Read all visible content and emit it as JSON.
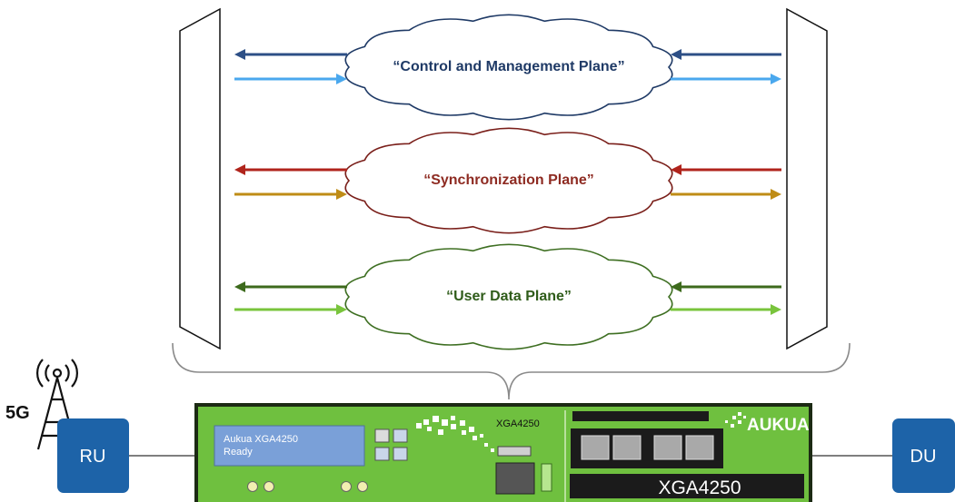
{
  "planes": [
    {
      "id": "control",
      "label": "“Control and Management Plane”",
      "text_color": "#1f3a66",
      "outline_color": "#1f3a66",
      "arrow_left_color": "#2d4f86",
      "arrow_right_color": "#4aa8ee"
    },
    {
      "id": "sync",
      "label": "“Synchronization Plane”",
      "text_color": "#8e2b22",
      "outline_color": "#7a1f1a",
      "arrow_left_color": "#b0241c",
      "arrow_right_color": "#bf8c16"
    },
    {
      "id": "user",
      "label": "“User Data Plane”",
      "text_color": "#2f5c1a",
      "outline_color": "#3e6f22",
      "arrow_left_color": "#3d6a1c",
      "arrow_right_color": "#79c43c"
    }
  ],
  "nodes": {
    "ru": {
      "label": "RU",
      "color": "#1d63a8"
    },
    "du": {
      "label": "DU",
      "color": "#1d63a8"
    },
    "antenna_label": "5G"
  },
  "device": {
    "body_color": "#6fc03f",
    "lcd_line1": "Aukua XGA4250",
    "lcd_line2": "Ready",
    "model_small": "XGA4250",
    "model_plate": "XGA4250",
    "brand": "AUKUA"
  }
}
